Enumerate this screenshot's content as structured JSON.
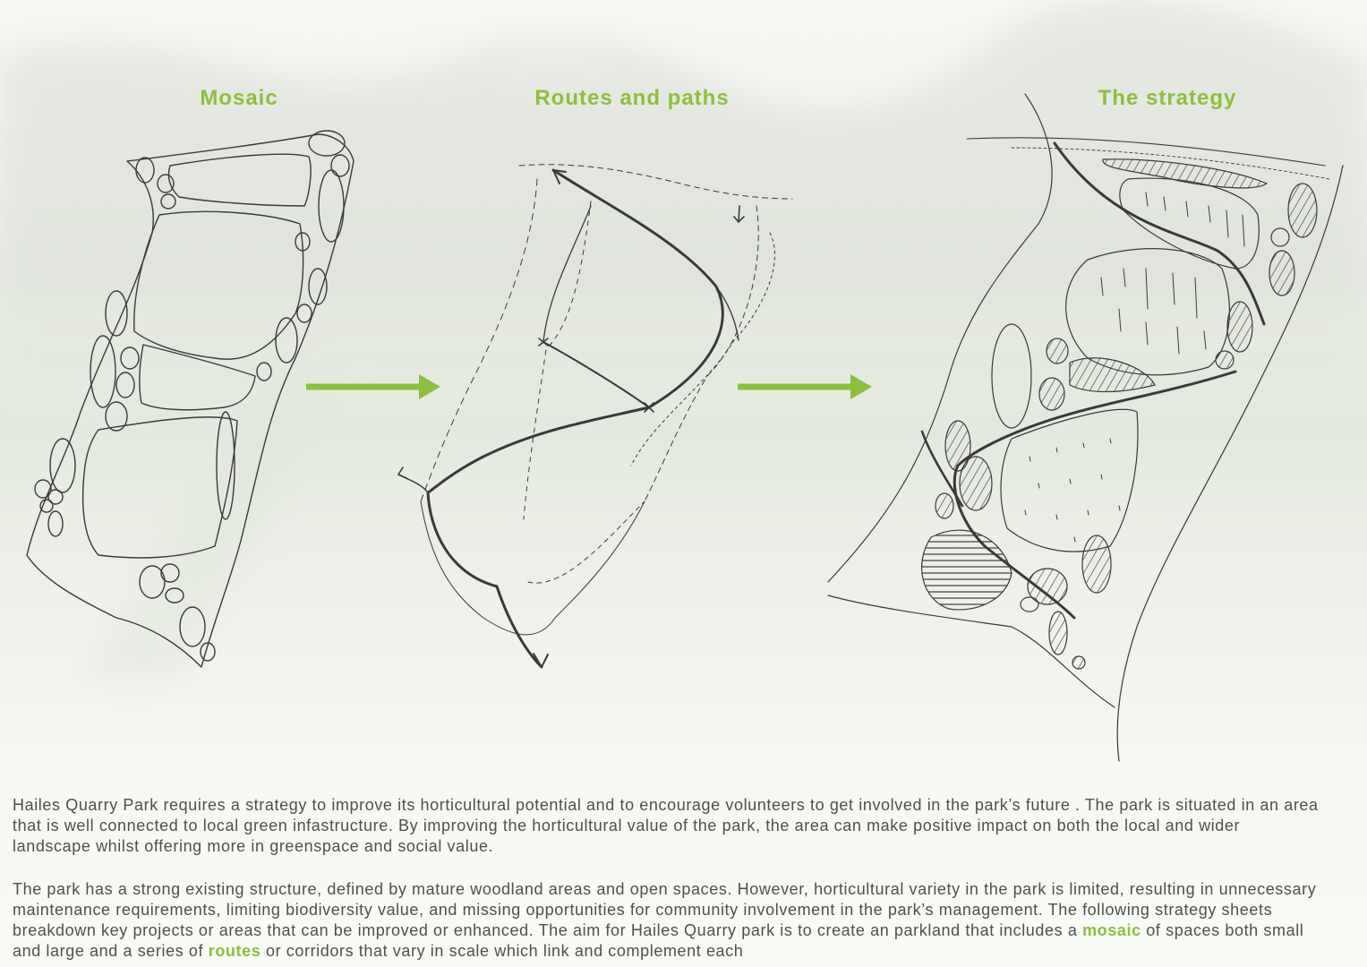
{
  "headings": {
    "mosaic": "Mosaic",
    "routes": "Routes and paths",
    "strategy": "The strategy"
  },
  "paragraphs": {
    "p1": "Hailes Quarry Park requires a strategy to improve its horticultural potential and to encourage volunteers to get involved in the park’s future . The park is situated in an area that is well connected to local green infastructure. By improving the horticultural value of the park, the area can make positive impact on both the local and wider landscape whilst offering more in greenspace and social value.",
    "p2_a": "The park has a strong existing structure, defined by mature woodland areas and open spaces. However, horticultural variety in the park is limited, resulting in unnecessary maintenance requirements, limiting biodiversity value, and missing opportunities for community involvement in the park’s management. The following strategy sheets breakdown key projects or areas that can be improved or enhanced. The aim for Hailes Quarry park is to create an parkland that includes a ",
    "p2_mosaic": "mosaic",
    "p2_b": " of spaces both small and large and a series of ",
    "p2_routes": "routes",
    "p2_c": " or corridors that vary in scale which link and complement each"
  },
  "colors": {
    "accent": "#8cbf3f",
    "text": "#4f4f4f",
    "sketch": "#3a3a3a"
  },
  "icons": [
    "arrow-right-icon",
    "arrow-right-icon"
  ]
}
